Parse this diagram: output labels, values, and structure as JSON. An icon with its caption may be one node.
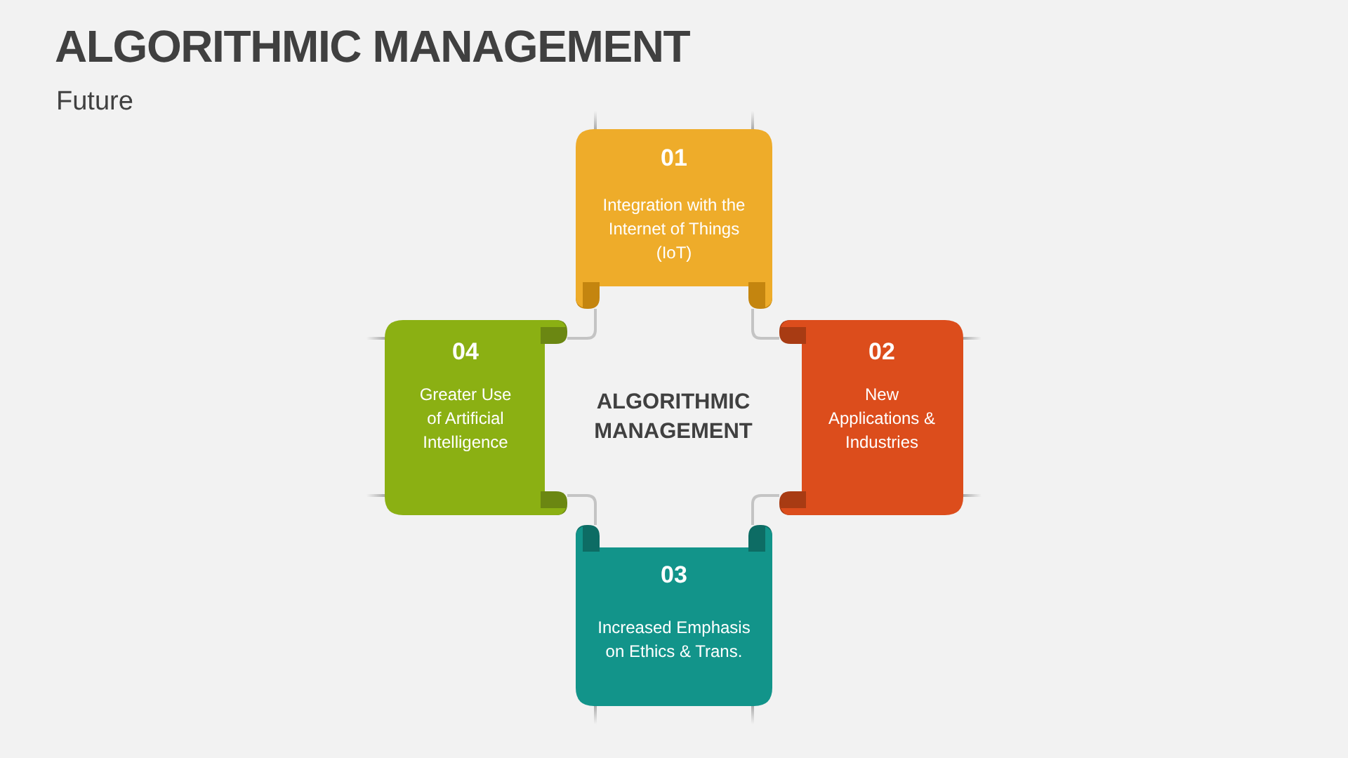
{
  "diagram": {
    "title": "ALGORITHMIC MANAGEMENT",
    "nodes": [
      {
        "text": [
          "ALGORITHMIC MANAGEMENT"
        ]
      },
      {
        "text": [
          "01",
          "Integration with the Internet of Things (IoT)"
        ]
      },
      {
        "text": [
          "02",
          "New Applications & Industries"
        ]
      },
      {
        "text": [
          "03",
          "Increased Emphasis on Ethics & Trans."
        ]
      },
      {
        "text": [
          "04",
          "Greater Use of Artificial Intelligence"
        ]
      }
    ],
    "labels": [
      "Future"
    ]
  }
}
